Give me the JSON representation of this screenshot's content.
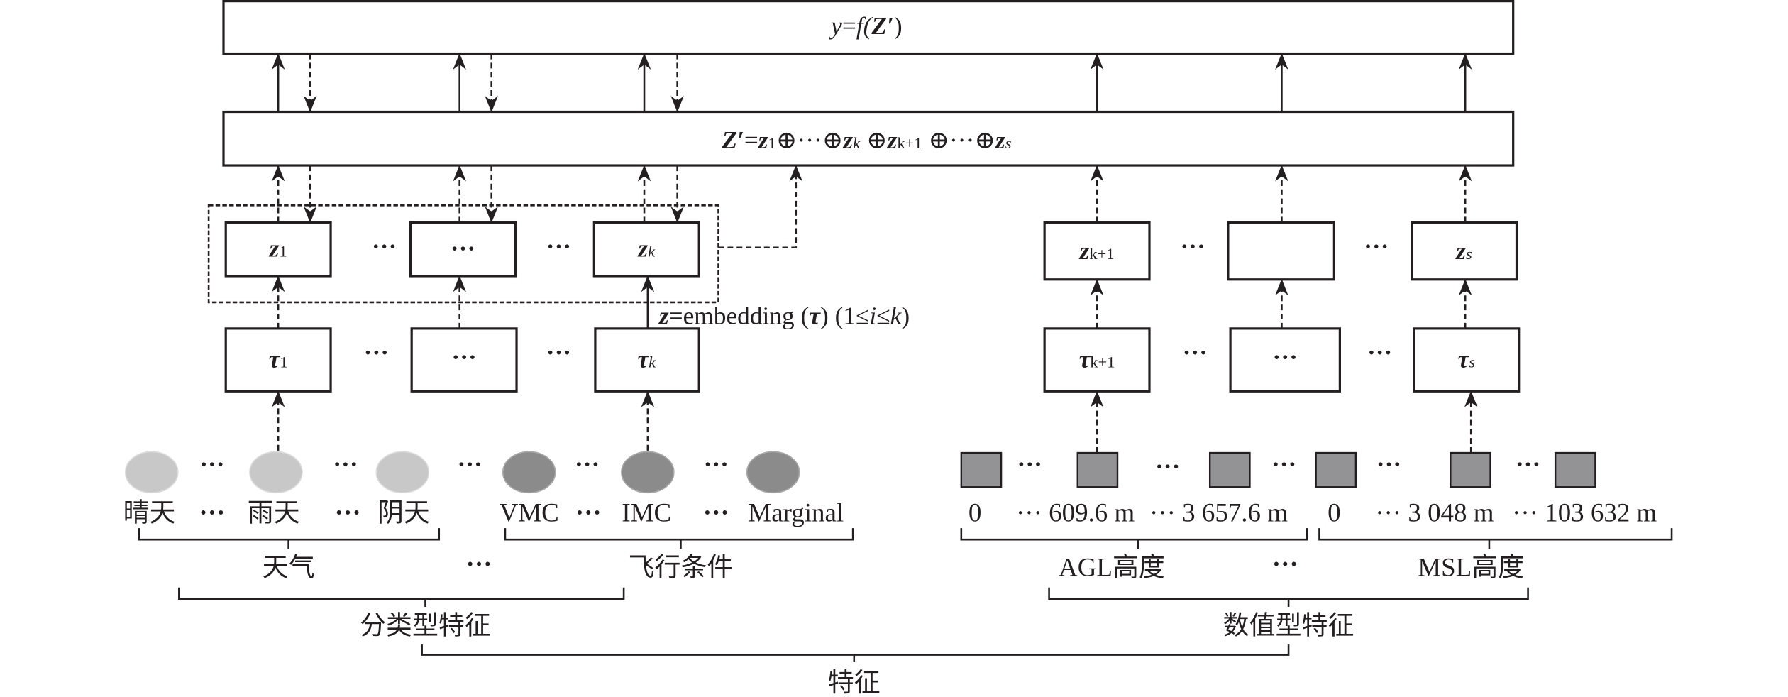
{
  "output_box": {
    "lhs": "y",
    "eq": "=",
    "f": "f(",
    "arg": "Z′",
    "close": ")"
  },
  "concat_box": {
    "Z": "Z′",
    "eq": "=",
    "z1": "z",
    "s1": "1",
    "op": "⊕",
    "dots": "···",
    "zk": "z",
    "sk": "k",
    "zk1": "z",
    "sk1": "k+1",
    "zs": "z",
    "ss": "s"
  },
  "embedding_note": {
    "z": "z",
    "text1": "=embedding (",
    "tau": "τ",
    "text2": ") (1≤",
    "i": "i",
    "text3": "≤",
    "k": "k",
    "text4": ")"
  },
  "z_boxes_left": [
    {
      "sym": "z",
      "sub": "1"
    },
    {
      "sym": "···",
      "sub": ""
    },
    {
      "sym": "z",
      "sub": "k"
    }
  ],
  "z_boxes_right": [
    {
      "sym": "z",
      "sub": "k+1"
    },
    {
      "sym": "",
      "sub": ""
    },
    {
      "sym": "z",
      "sub": "s"
    }
  ],
  "tau_boxes_left": [
    {
      "sym": "τ",
      "sub": "1"
    },
    {
      "sym": "···",
      "sub": ""
    },
    {
      "sym": "τ",
      "sub": "k"
    }
  ],
  "tau_boxes_right": [
    {
      "sym": "τ",
      "sub": "k+1"
    },
    {
      "sym": "···",
      "sub": ""
    },
    {
      "sym": "τ",
      "sub": "s"
    }
  ],
  "ellipsis": "···",
  "categorical_values": [
    "晴天",
    "···",
    "雨天",
    "···",
    "阴天",
    "VMC",
    "···",
    "IMC",
    "···",
    "Marginal"
  ],
  "numeric_values": [
    "0",
    "··· 609.6 m",
    "··· 3 657.6 m",
    "0",
    "··· 3 048 m",
    "··· 103 632 m"
  ],
  "groups": {
    "weather": "天气",
    "flight_condition": "飞行条件",
    "agl": "AGL高度",
    "msl": "MSL高度"
  },
  "categories": {
    "categorical": "分类型特征",
    "numeric": "数值型特征"
  },
  "root": "特征",
  "colors": {
    "light_circle": "#c8c8c9",
    "dark_circle": "#8b8b8c",
    "square": "#939395"
  }
}
